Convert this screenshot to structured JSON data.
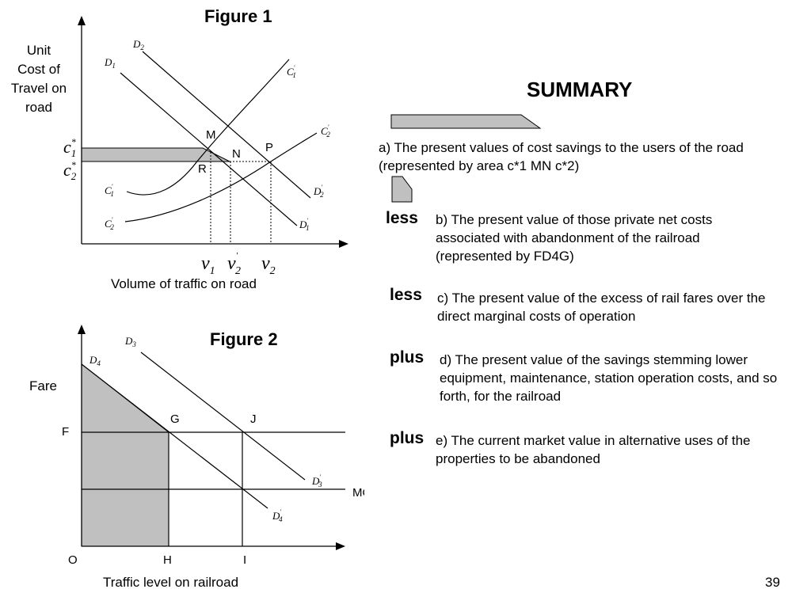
{
  "figure1": {
    "title": "Figure 1",
    "y_axis_label": [
      "Unit",
      "Cost of",
      "Travel on",
      "road"
    ],
    "x_axis_label": "Volume of traffic on road",
    "cost_labels": {
      "c1_star": "c*1",
      "c2_star": "c*2"
    },
    "points": {
      "M": "M",
      "N": "N",
      "P": "P",
      "R": "R"
    },
    "volume_labels": [
      "v1",
      "v'2",
      "v2"
    ],
    "curves": [
      "D2",
      "D1",
      "C'1",
      "C'2",
      "C1",
      "C2",
      "D'2",
      "D'1"
    ]
  },
  "figure2": {
    "title": "Figure 2",
    "y_axis_label": "Fare",
    "x_axis_label": "Traffic level on railroad",
    "axis_marks": {
      "origin": "O",
      "F": "F",
      "H": "H",
      "I": "I"
    },
    "points": {
      "G": "G",
      "J": "J"
    },
    "mc_label": "MC",
    "curves": [
      "D3",
      "D4",
      "D'3",
      "D'4"
    ]
  },
  "summary": {
    "title": "SUMMARY",
    "item_a": "a) The present values of cost savings to the users of the road (represented by area c*1 MN c*2)",
    "item_b": {
      "connector": "less",
      "text": "b) The present value of those private net costs associated with abandonment of the railroad (represented by FD4G)"
    },
    "item_c": {
      "connector": "less",
      "text": "c) The present value of the excess of rail fares over the direct marginal costs of operation"
    },
    "item_d": {
      "connector": "plus",
      "text": "d) The present value of the savings stemming lower equipment, maintenance, station operation costs, and so forth, for the railroad"
    },
    "item_e": {
      "connector": "plus",
      "text": "e) The current market value in alternative uses of the properties to be abandoned"
    }
  },
  "page_number": "39",
  "colors": {
    "shade": "#c0c0c0",
    "line": "#000000",
    "background": "#ffffff"
  }
}
